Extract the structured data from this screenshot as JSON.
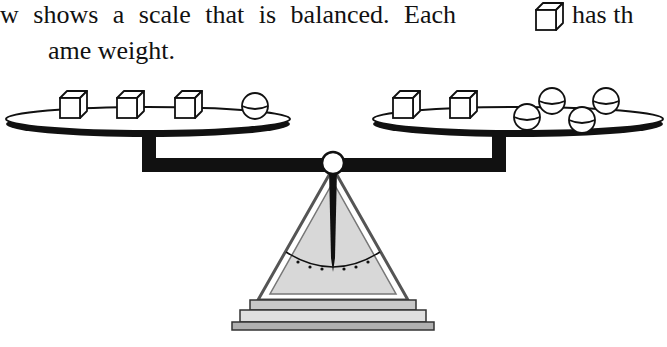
{
  "diagram": {
    "labels": [
      "w shows a scale that is balanced. Each",
      "has th",
      "ame weight."
    ]
  }
}
